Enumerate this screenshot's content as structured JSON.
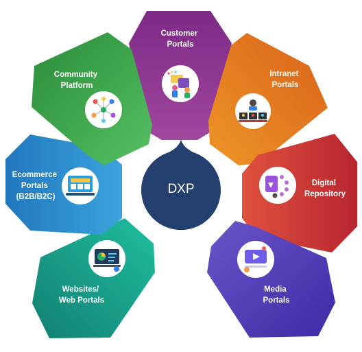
{
  "center": {
    "label": "DXP",
    "color": "#24406f"
  },
  "segments": [
    {
      "id": "customer",
      "lines": [
        "Customer",
        "Portals"
      ],
      "color": "#8b2f8f",
      "icon": "portal-users-icon"
    },
    {
      "id": "intranet",
      "lines": [
        "Intranet",
        "Portals"
      ],
      "color": "#e67a1c",
      "icon": "video-meeting-icon"
    },
    {
      "id": "digital",
      "lines": [
        "Digital",
        "Repository"
      ],
      "color": "#d03a35",
      "icon": "digital-repository-icon"
    },
    {
      "id": "media",
      "lines": [
        "Media",
        "Portals"
      ],
      "color": "#4f3cb4",
      "icon": "media-player-icon"
    },
    {
      "id": "websites",
      "lines": [
        "Websites/",
        "Web Portals"
      ],
      "color": "#179e8b",
      "icon": "website-analytics-icon"
    },
    {
      "id": "ecommerce",
      "lines": [
        "Ecommerce",
        "Portals",
        "(B2B/B2C)"
      ],
      "color": "#2b8fcf",
      "icon": "online-store-icon"
    },
    {
      "id": "community",
      "lines": [
        "Community",
        "Platform"
      ],
      "color": "#3aa84a",
      "icon": "network-people-icon"
    }
  ]
}
